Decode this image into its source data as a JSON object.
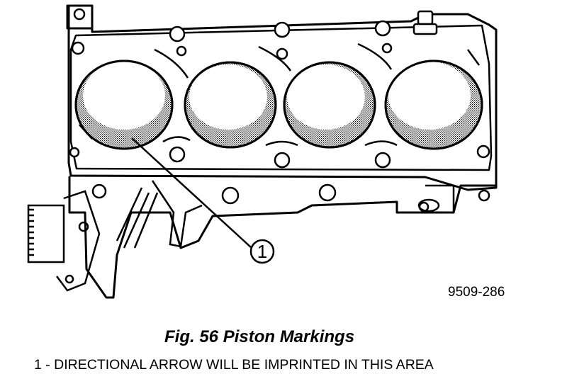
{
  "figure": {
    "id": "9509-286",
    "caption": "Fig. 56 Piston Markings",
    "callout": "1",
    "legend": "1 - DIRECTIONAL ARROW WILL BE IMPRINTED IN THIS AREA"
  }
}
